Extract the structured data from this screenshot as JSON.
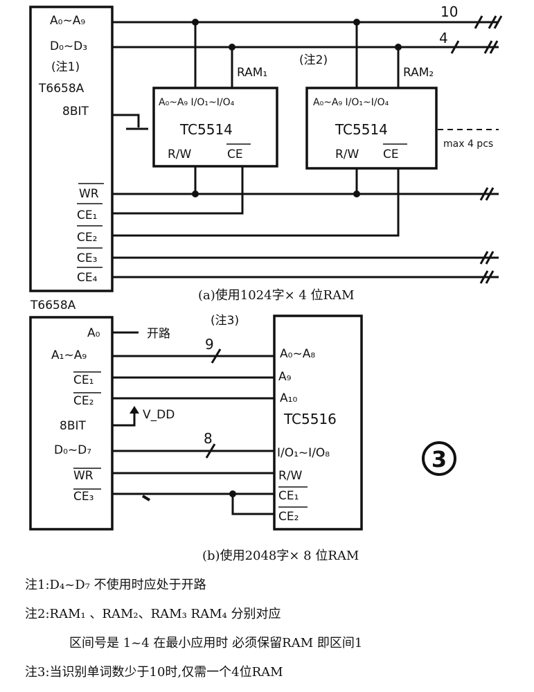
{
  "figure_number": "3",
  "part_a": {
    "chip": {
      "name": "T6658A",
      "name_below": "T6658A",
      "note_ref": "(注1)",
      "pins": [
        "A₀~A₉",
        "D₀~D₃",
        "8BIT",
        "WR",
        "CE₁",
        "CE₂",
        "CE₃",
        "CE₄"
      ]
    },
    "bus_widths": [
      "10",
      "4"
    ],
    "ram1": {
      "name": "RAM₁",
      "pins_top": "A₀~A₉ I/O₁~I/O₄",
      "model": "TC5514",
      "rw": "R/W",
      "ce": "CE"
    },
    "ram2": {
      "note_ref": "(注2)",
      "name": "RAM₂",
      "pins_top": "A₀~A₉ I/O₁~I/O₄",
      "model": "TC5514",
      "rw": "R/W",
      "ce": "CE"
    },
    "max_pcs": "max 4 pcs",
    "caption": "(a)使用1024字× 4 位RAM"
  },
  "part_b": {
    "chip": {
      "pins": [
        "A₀",
        "A₁~A₉",
        "CE₁",
        "CE₂",
        "8BIT",
        "D₀~D₇",
        "WR",
        "CE₃"
      ]
    },
    "open_label": "开路",
    "vdd": "V_DD",
    "note_ref": "(注3)",
    "bus_widths": [
      "9",
      "8"
    ],
    "ram": {
      "model": "TC5516",
      "pins": [
        "A₀~A₈",
        "A₉",
        "A₁₀",
        "I/O₁~I/O₈",
        "R/W",
        "CE₁",
        "CE₂"
      ]
    },
    "caption": "(b)使用2048字× 8 位RAM"
  },
  "notes": [
    "注1:D₄~D₇ 不使用时应处于开路",
    "注2:RAM₁ 、RAM₂、RAM₃ RAM₄ 分别对应",
    "区间号是 1~4 在最小应用时 必须保留RAM 即区间1",
    "注3:当识别单词数少于10时,仅需一个4位RAM"
  ]
}
